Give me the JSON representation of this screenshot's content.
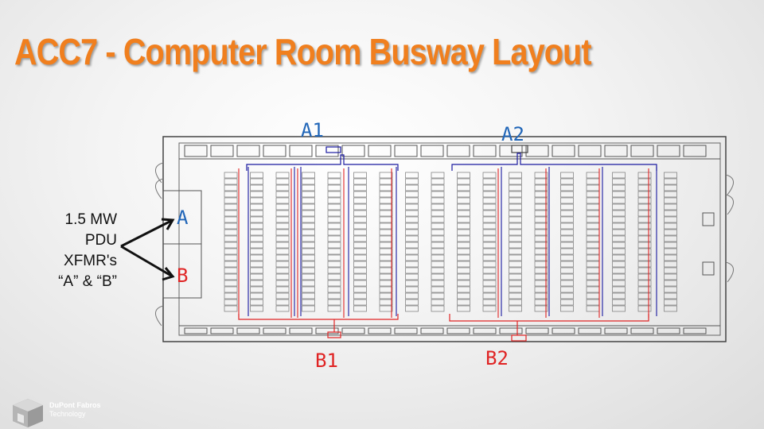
{
  "title": "ACC7 - Computer Room Busway Layout",
  "labels": {
    "a1": "A1",
    "a2": "A2",
    "b1": "B1",
    "b2": "B2",
    "xfmr_a": "A",
    "xfmr_b": "B"
  },
  "pdu_note": [
    "1.5 MW",
    "PDU",
    "XFMR's",
    "“A” & “B”"
  ],
  "logo": {
    "name": "DuPont Fabros",
    "sub": "Technology"
  },
  "colors": {
    "title": "#f07f1e",
    "bus_a": "#2166b8",
    "bus_b": "#e02424",
    "a_wire": "#1a1aa0",
    "b_wire": "#e02424"
  }
}
